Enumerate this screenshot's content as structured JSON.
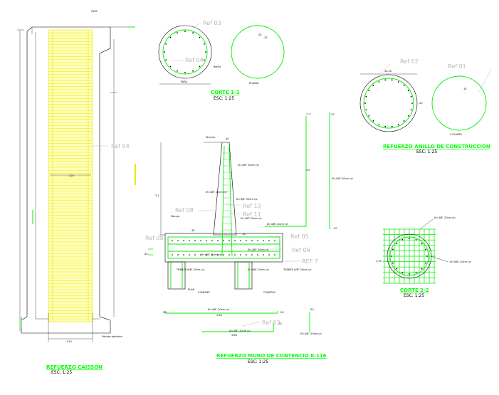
{
  "caisson": {
    "title": "REFUERZO CAISSON",
    "scale": "ESC:    1:25",
    "ref_label": "Ref 04"
  },
  "corte11": {
    "title": "CORTE 1-1",
    "scale": "ESC:    1:25",
    "ref_top": "Ref 03",
    "ref_mid": "Ref 04"
  },
  "anillo": {
    "title": "REFUERZO ANILLO DE CONSTRUCCION",
    "scale": "ESC:    1:25",
    "ref_left": "Ref 02",
    "ref_right": "Ref 01"
  },
  "muro": {
    "title": "REFUERZO MURO DE CONTENCIO K-116",
    "scale": "ESC:    1:25",
    "ref_08a": "Ref 08",
    "ref_08b": "Ref 08",
    "ref_10": "Ref 10",
    "ref_11": "Ref 11",
    "ref_05": "Ref 05",
    "ref_06": "Ref 06",
    "ref_07": "REF 7",
    "ref_12": "Ref 12"
  },
  "corte22": {
    "title": "CORTE 2-2",
    "scale": "ESC:    1:25"
  }
}
